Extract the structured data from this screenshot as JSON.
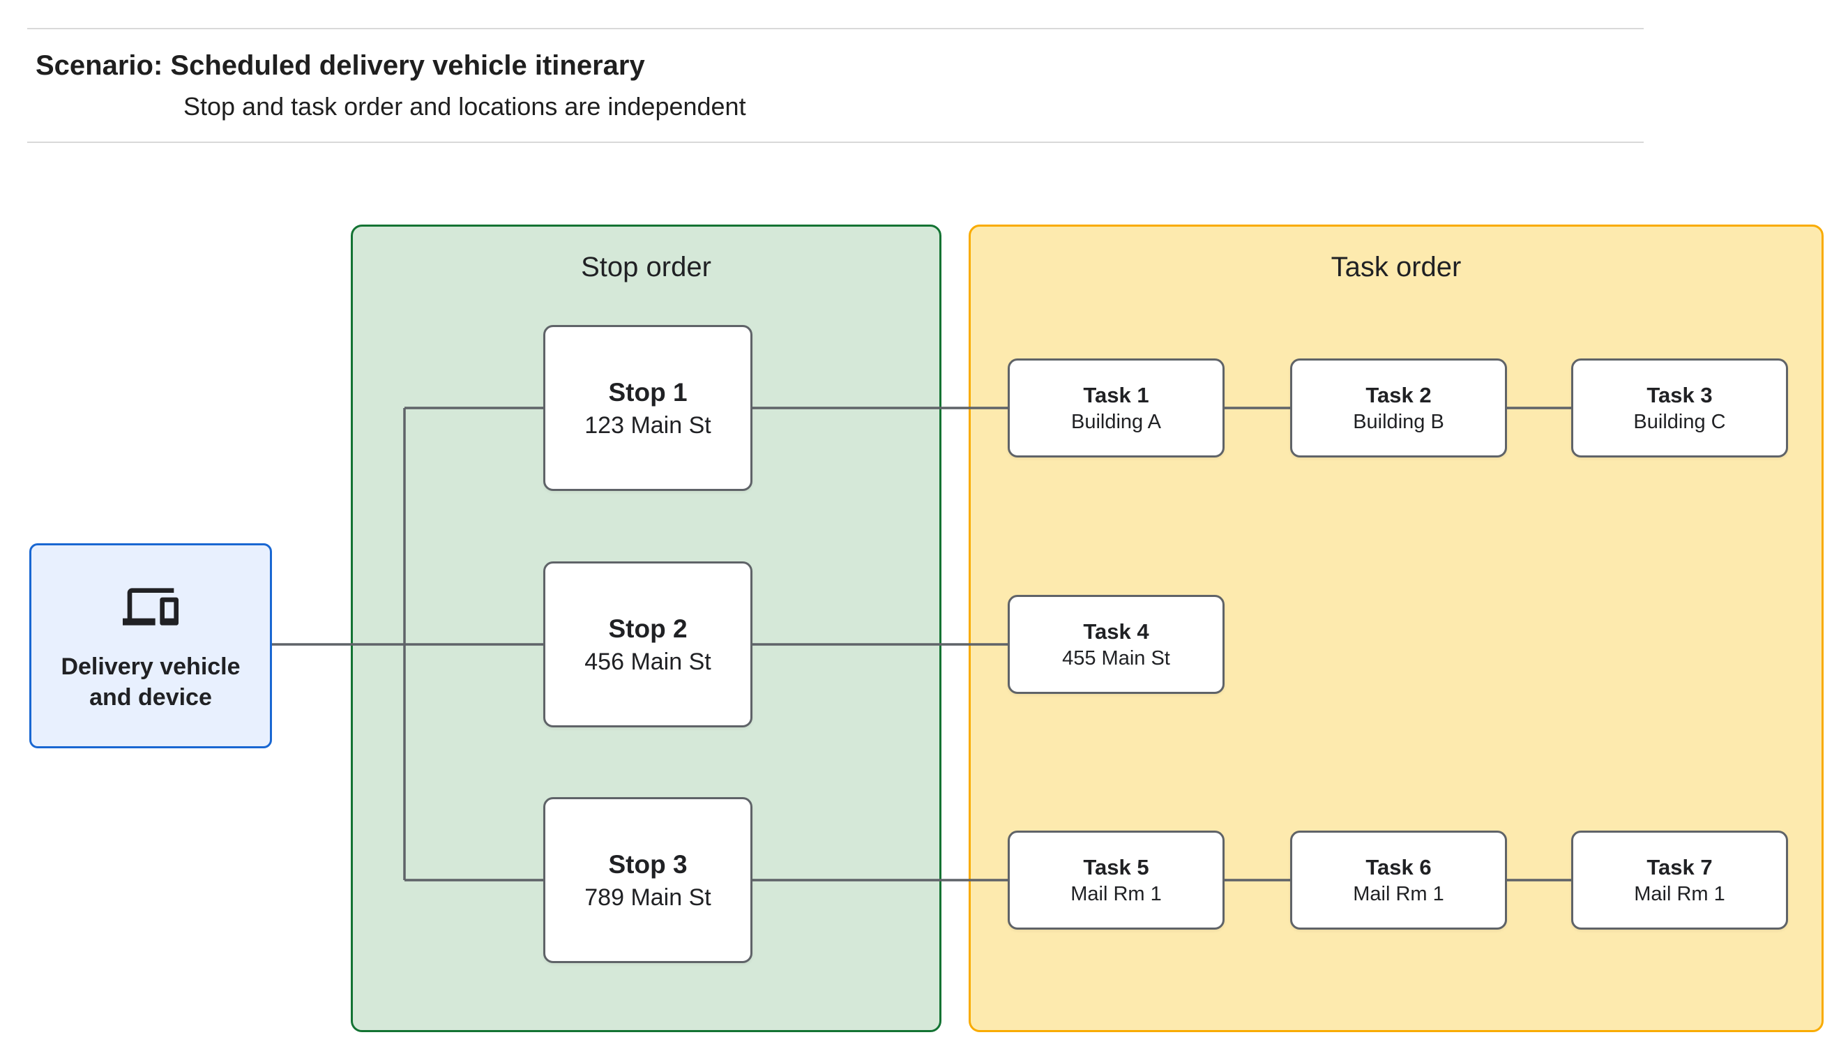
{
  "header": {
    "title": "Scenario: Scheduled delivery vehicle itinerary",
    "subtitle": "Stop and task order and locations are independent"
  },
  "vehicle_node": {
    "icon": "devices-icon",
    "label_line1": "Delivery vehicle",
    "label_line2": "and device",
    "fill": "#e8f0fe",
    "border_color": "#1967d2"
  },
  "panels": {
    "stop_order": {
      "title": "Stop order",
      "fill": "#d5e8d8",
      "border_color": "#137333"
    },
    "task_order": {
      "title": "Task order",
      "fill": "#fdeaae",
      "border_color": "#f9ab00"
    }
  },
  "stops": [
    {
      "title": "Stop 1",
      "location": "123 Main St"
    },
    {
      "title": "Stop 2",
      "location": "456 Main St"
    },
    {
      "title": "Stop 3",
      "location": "789 Main St"
    }
  ],
  "tasks": [
    {
      "title": "Task 1",
      "location": "Building A"
    },
    {
      "title": "Task 2",
      "location": "Building B"
    },
    {
      "title": "Task 3",
      "location": "Building C"
    },
    {
      "title": "Task 4",
      "location": "455 Main St"
    },
    {
      "title": "Task 5",
      "location": "Mail Rm 1"
    },
    {
      "title": "Task 6",
      "location": "Mail Rm 1"
    },
    {
      "title": "Task 7",
      "location": "Mail Rm 1"
    }
  ],
  "connector_color": "#5f6368",
  "node_border_color": "#5f6368"
}
